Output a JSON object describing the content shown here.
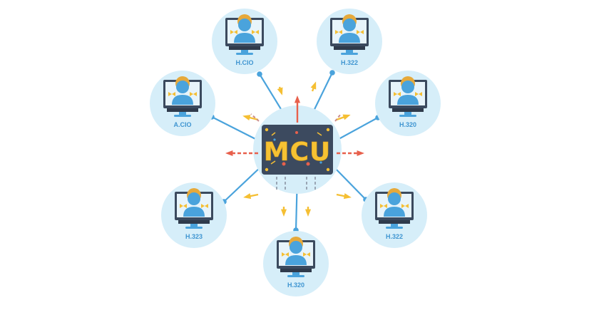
{
  "hub": {
    "label": "MCU"
  },
  "nodes": [
    {
      "id": "top-left",
      "label": "H.CIO"
    },
    {
      "id": "top-right",
      "label": "H.322"
    },
    {
      "id": "left",
      "label": "A.CIO"
    },
    {
      "id": "right",
      "label": "H.320"
    },
    {
      "id": "bottom-left",
      "label": "H.323"
    },
    {
      "id": "bottom-right",
      "label": "H.322"
    },
    {
      "id": "bottom",
      "label": "H.320"
    }
  ],
  "colors": {
    "node_bg": "#d6eef9",
    "link": "#4aa3dc",
    "hub_box": "#3c4a5f",
    "hub_text": "#f6c233",
    "arrow_red": "#e8604c",
    "arrow_yellow": "#f5bf33",
    "dash_gray": "#9aa6b4",
    "person": "#4aa3dc",
    "hair": "#e6a93b"
  }
}
